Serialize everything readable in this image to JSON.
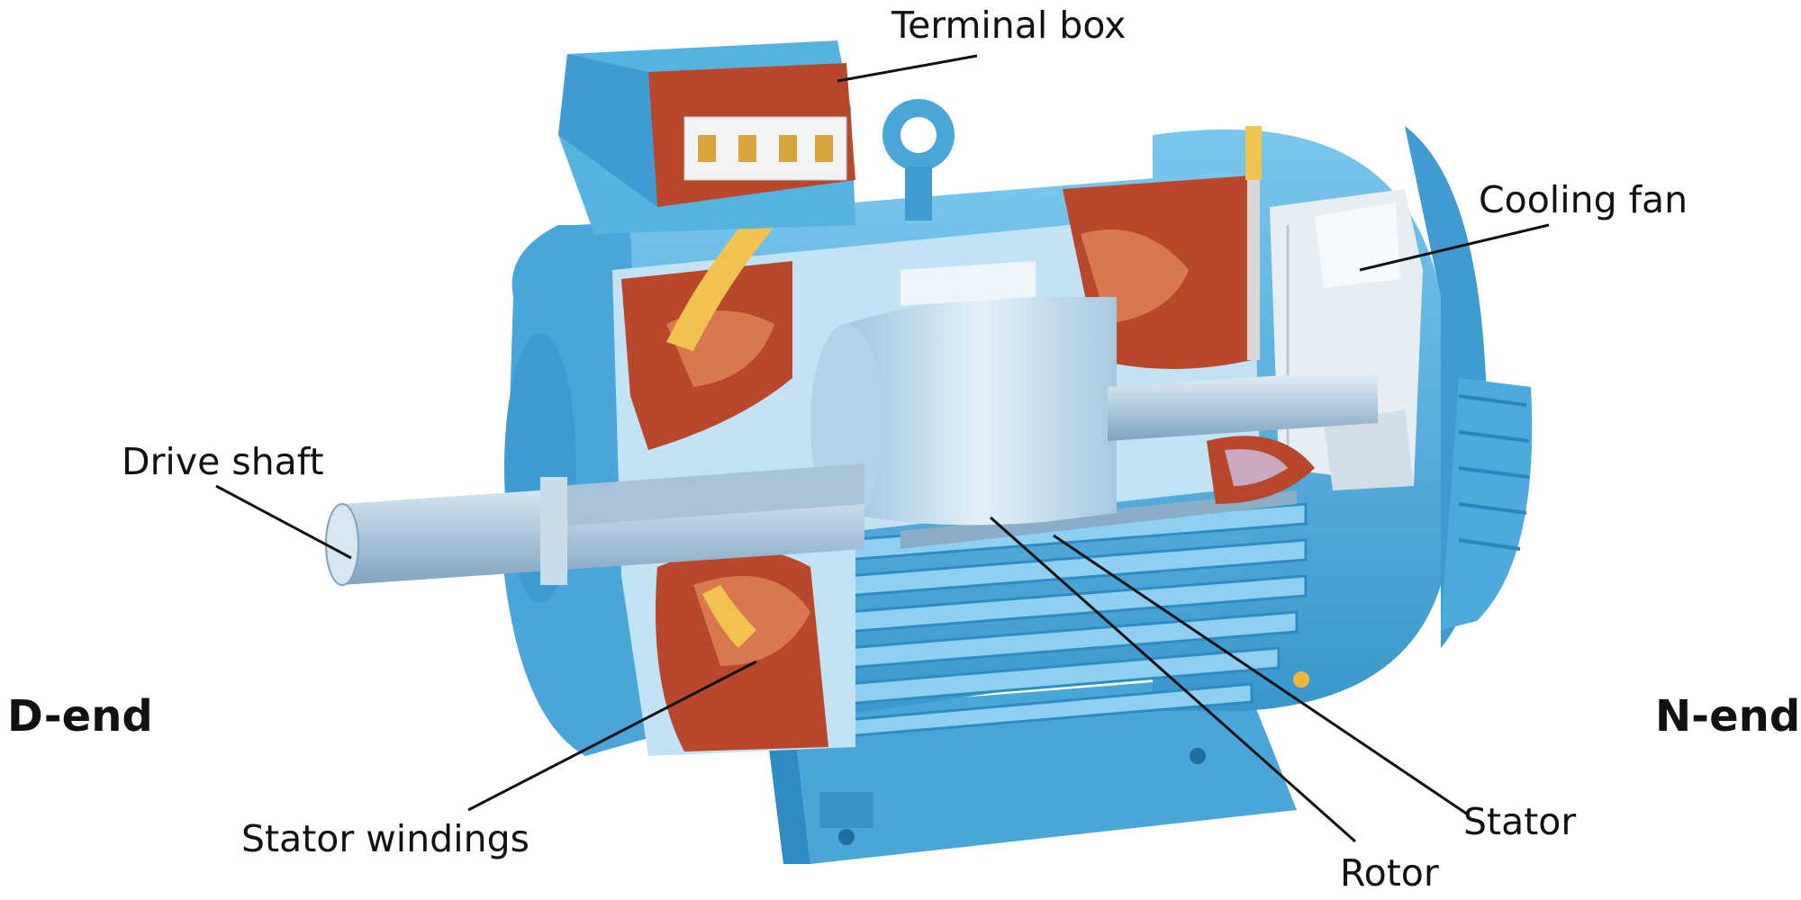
{
  "labels": {
    "terminal_box": "Terminal box",
    "cooling_fan": "Cooling fan",
    "drive_shaft": "Drive shaft",
    "d_end": "D-end",
    "n_end": "N-end",
    "stator_windings": "Stator windings",
    "stator": "Stator",
    "rotor": "Rotor"
  },
  "colors": {
    "housing": "#56b3e0",
    "housing_dark": "#2f8cc2",
    "housing_light": "#a9dcf4",
    "copper": "#b9472b",
    "copper_light": "#d9774f",
    "shaft": "#b7cfe2",
    "fan": "#e6eef3",
    "leader": "#111111"
  }
}
